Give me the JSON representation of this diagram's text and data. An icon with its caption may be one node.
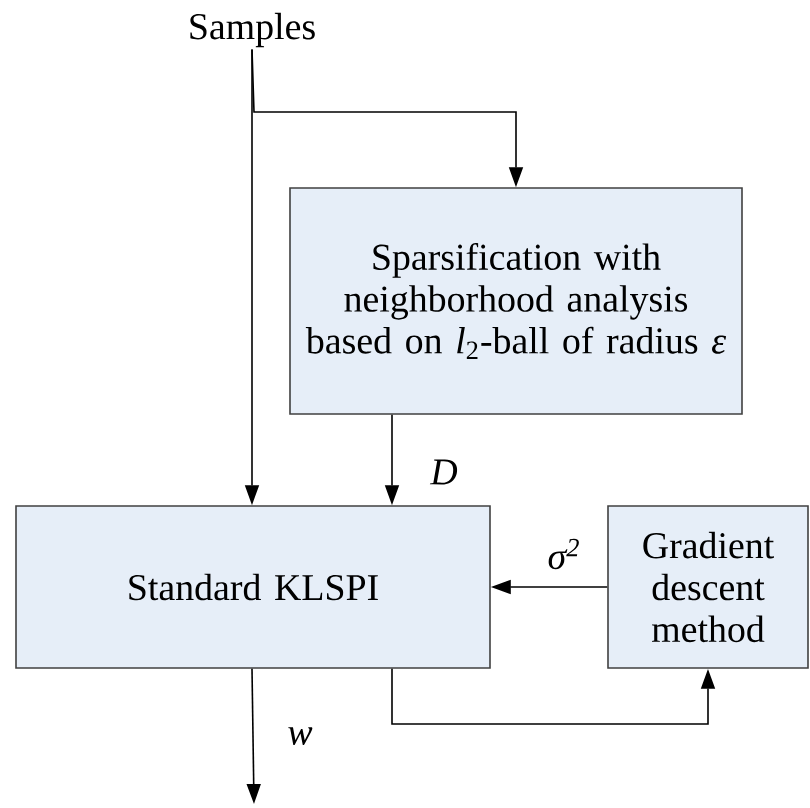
{
  "diagram": {
    "nodes": [
      {
        "text": [
          "Samples"
        ]
      },
      {
        "text": [
          "Sparsification with neighborhood analysis based on *l*$_{2}$-ball of radius *ε*"
        ]
      },
      {
        "text": [
          "Standard KLSPI"
        ]
      },
      {
        "text": [
          "Gradient descent method"
        ]
      }
    ],
    "edges": [
      {
        "from": 0,
        "to": 1,
        "arrow": "to"
      },
      {
        "from": 0,
        "to": 2,
        "arrow": "to"
      },
      {
        "from": 1,
        "to": 2,
        "arrow": "to",
        "label": "D"
      },
      {
        "from": 3,
        "to": 2,
        "arrow": "to",
        "label": "σ$^{2}$"
      },
      {
        "from": 2,
        "to": 3,
        "arrow": "to"
      },
      {
        "from": 2,
        "to": null,
        "arrow": "to",
        "label": "w"
      }
    ]
  }
}
